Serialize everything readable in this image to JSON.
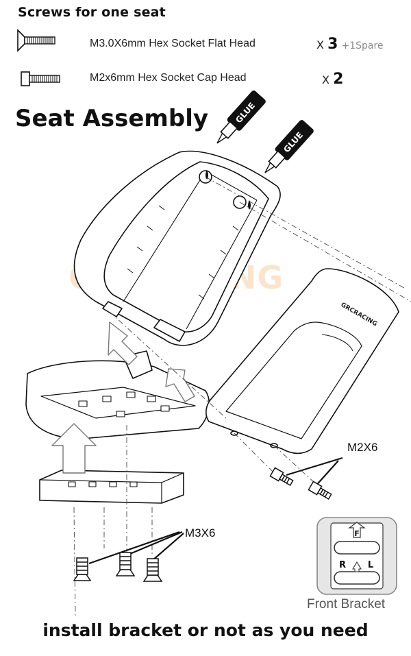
{
  "parts": {
    "title": "Screws for one seat",
    "items": [
      {
        "description": "M3.0X6mm  Hex Socket Flat Head",
        "qty_prefix": "X",
        "qty": "3",
        "extra": "+1Spare"
      },
      {
        "description": "M2x6mm Hex Socket Cap Head",
        "qty_prefix": "X",
        "qty": "2",
        "extra": ""
      }
    ]
  },
  "section_title": "Seat Assembly",
  "watermark": "GRCRACING",
  "glue_label": "GLUE",
  "seat_brand": "GRCRACING",
  "callouts": {
    "m2": "M2X6",
    "m3": "M3X6"
  },
  "front_bracket": {
    "caption": "Front Bracket",
    "letters": {
      "front": "F",
      "right": "R",
      "left": "L"
    }
  },
  "footer": "install bracket or not as you need"
}
